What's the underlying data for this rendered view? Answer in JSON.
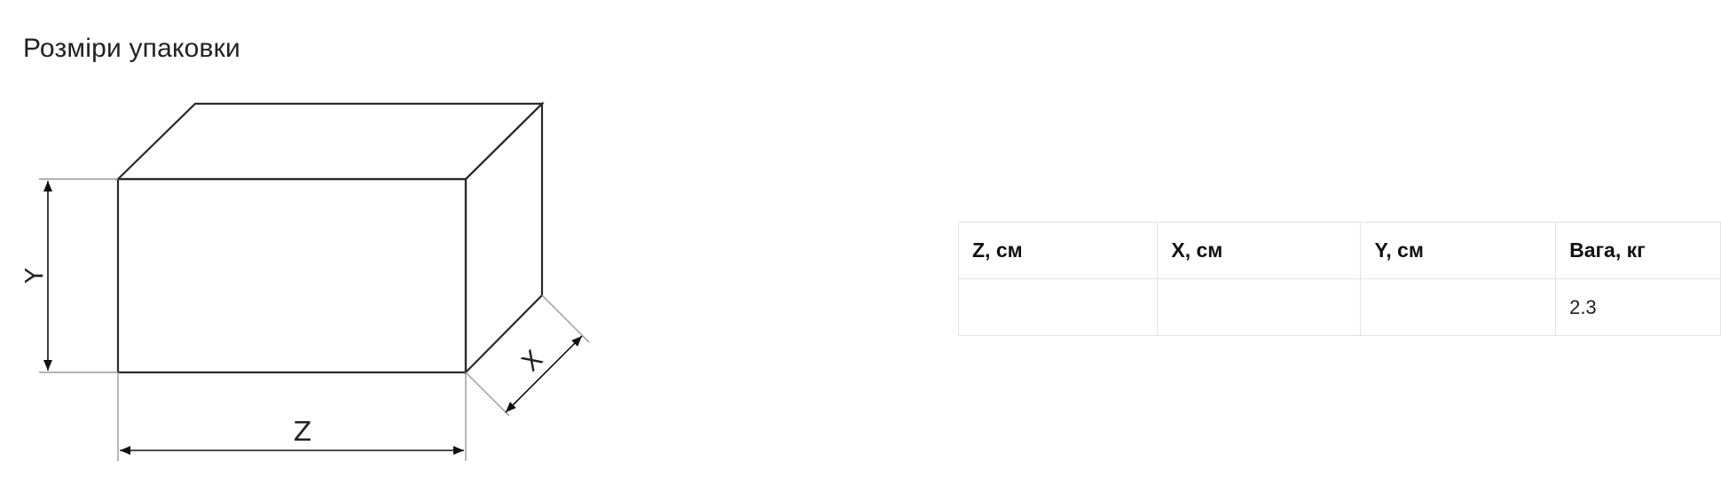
{
  "section": {
    "title": "Розміри упаковки"
  },
  "diagram": {
    "labels": {
      "z": "Z",
      "x": "X",
      "y": "Y"
    }
  },
  "table": {
    "headers": [
      "Z, см",
      "X, см",
      "Y, см",
      "Вага, кг"
    ],
    "rows": [
      [
        "",
        "",
        "",
        "2.3"
      ]
    ]
  }
}
